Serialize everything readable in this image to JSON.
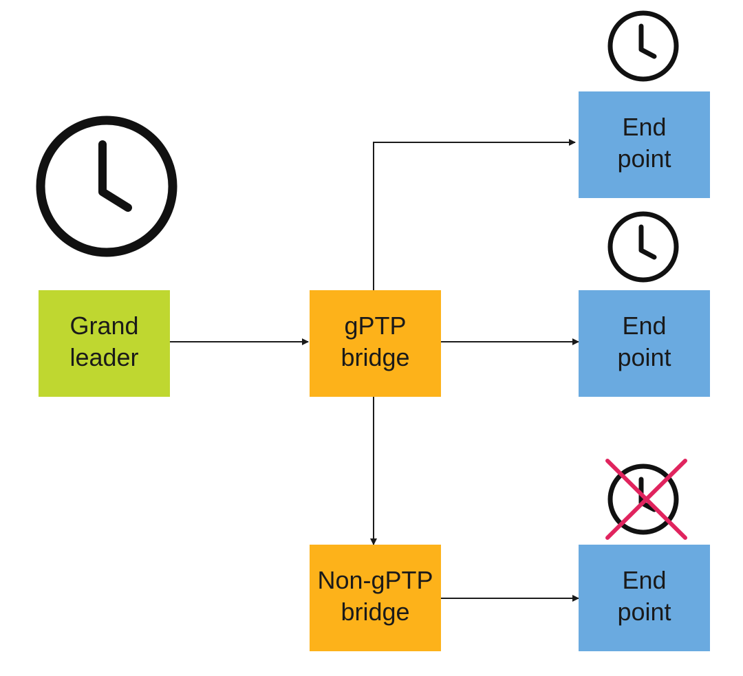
{
  "diagram": {
    "nodes": {
      "grand_leader": {
        "line1": "Grand",
        "line2": "leader"
      },
      "gptp_bridge": {
        "line1": "gPTP",
        "line2": "bridge"
      },
      "non_gptp_bridge": {
        "line1": "Non-gPTP",
        "line2": "bridge"
      },
      "endpoint_top": {
        "line1": "End",
        "line2": "point"
      },
      "endpoint_middle": {
        "line1": "End",
        "line2": "point"
      },
      "endpoint_bottom": {
        "line1": "End",
        "line2": "point"
      }
    },
    "edges": [
      {
        "from": "grand_leader",
        "to": "gptp_bridge"
      },
      {
        "from": "gptp_bridge",
        "to": "endpoint_top"
      },
      {
        "from": "gptp_bridge",
        "to": "endpoint_middle"
      },
      {
        "from": "gptp_bridge",
        "to": "non_gptp_bridge"
      },
      {
        "from": "non_gptp_bridge",
        "to": "endpoint_bottom"
      }
    ],
    "clock_icons": [
      {
        "attached_to": "grand_leader",
        "state": "synchronized"
      },
      {
        "attached_to": "endpoint_top",
        "state": "synchronized"
      },
      {
        "attached_to": "endpoint_middle",
        "state": "synchronized"
      },
      {
        "attached_to": "endpoint_bottom",
        "state": "not-synchronized"
      }
    ],
    "colors": {
      "leader": "#bfd730",
      "bridge": "#fdb21a",
      "endpoint": "#6aaae0",
      "line": "#1a1a1a",
      "cross": "#e0245e"
    }
  }
}
